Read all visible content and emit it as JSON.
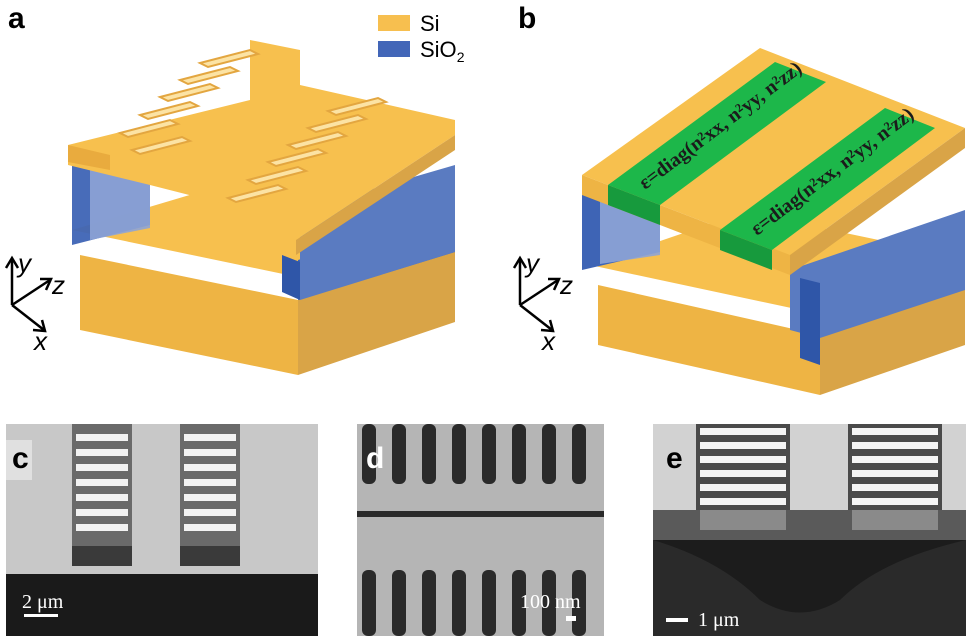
{
  "panels": {
    "a": {
      "letter": "a"
    },
    "b": {
      "letter": "b"
    },
    "c": {
      "letter": "c",
      "scale_bar": "2 μm"
    },
    "d": {
      "letter": "d",
      "scale_bar": "100 nm"
    },
    "e": {
      "letter": "e",
      "scale_bar": "1 μm"
    }
  },
  "legend": {
    "items": [
      {
        "label": "Si",
        "color": "#F7BF4F"
      },
      {
        "label": "SiO",
        "subscript": "2",
        "color": "#4266B8"
      }
    ]
  },
  "axes": {
    "x": "x",
    "y": "y",
    "z": "z"
  },
  "permittivity_label": "ε=diag(n²xx, n²yy, n²zz)",
  "colors": {
    "si_top": "#F7C04E",
    "si_side": "#E8AA3A",
    "si_front": "#F3B64A",
    "sio2": "#3E64B5",
    "sio2_light": "#6B88C6",
    "green": "#1DB74A"
  }
}
